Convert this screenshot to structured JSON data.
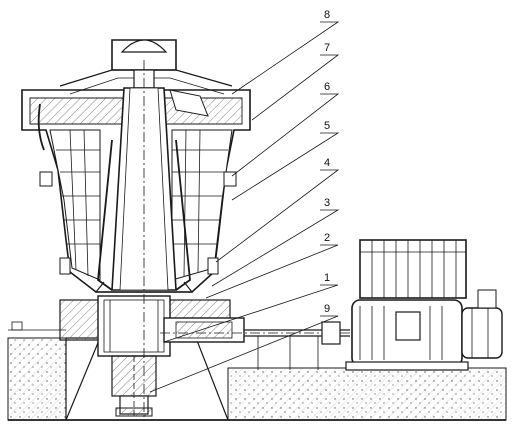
{
  "diagram": {
    "callouts": [
      {
        "id": "callout-1",
        "number": "1"
      },
      {
        "id": "callout-2",
        "number": "2"
      },
      {
        "id": "callout-3",
        "number": "3"
      },
      {
        "id": "callout-4",
        "number": "4"
      },
      {
        "id": "callout-5",
        "number": "5"
      },
      {
        "id": "callout-6",
        "number": "6"
      },
      {
        "id": "callout-7",
        "number": "7"
      },
      {
        "id": "callout-8",
        "number": "8"
      },
      {
        "id": "callout-9",
        "number": "9"
      }
    ],
    "colors": {
      "line": "#1a1a1a",
      "background": "#ffffff",
      "hatch": "#555555"
    }
  }
}
